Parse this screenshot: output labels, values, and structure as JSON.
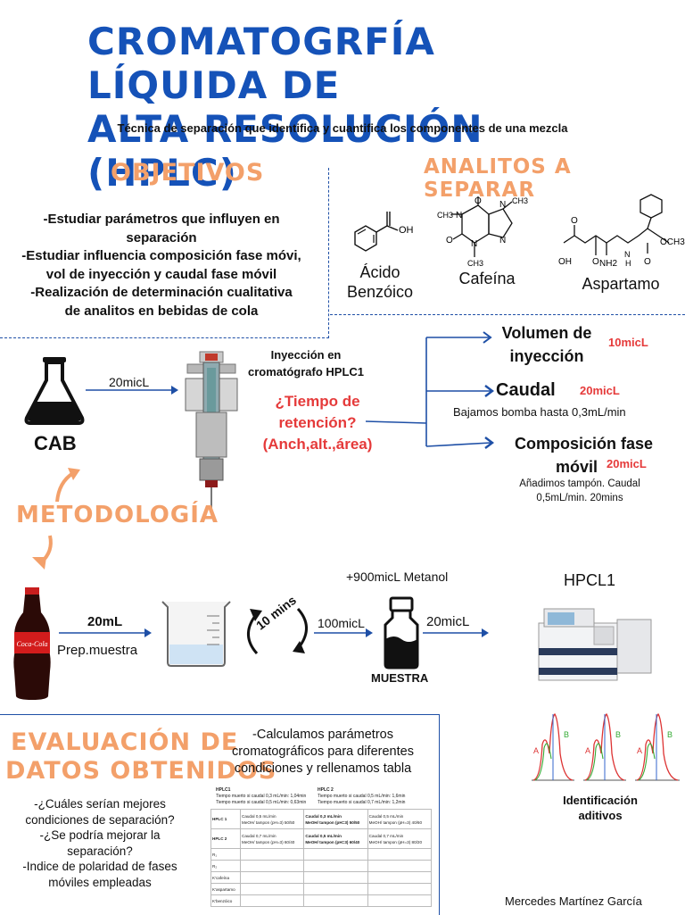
{
  "title": {
    "line1": "CROMATOGRFÍA LÍQUIDA DE",
    "line2": "ALTA RESOLUCIÓN (HPLC)"
  },
  "subtitle": "Técnica de separación que identifica y cuantifica los componentes de una mezcla",
  "objetivos": {
    "heading": "OBJETIVOS",
    "lines": [
      "-Estudiar parámetros que influyen en",
      "separación",
      "-Estudiar influencia composición fase móvi,",
      "vol de inyección y caudal fase móvil",
      "-Realización de determinación cualitativa",
      "de analitos en bebidas de cola"
    ]
  },
  "analitos": {
    "heading": "ANALITOS A SEPARAR",
    "items": [
      {
        "name_line1": "Ácido",
        "name_line2": "Benzóico",
        "oh": "OH"
      },
      {
        "name": "Cafeína",
        "atoms": [
          "N",
          "N",
          "N",
          "N",
          "O",
          "O"
        ],
        "methyl": "CH3",
        "methyl_sub": "3"
      },
      {
        "name": "Aspartamo",
        "labels": [
          "OH",
          "NH2",
          "N",
          "H",
          "OCH3",
          "O",
          "O",
          "O"
        ]
      }
    ]
  },
  "metodo_top": {
    "cab": "CAB",
    "arrow_label": "20micL",
    "inyeccion_line1": "Inyección en",
    "inyeccion_line2": "cromatógrafo HPLC1",
    "pregunta_line1": "¿Tiempo de",
    "pregunta_line2": "retención?",
    "pregunta_line3": "(Anch,alt.,área)",
    "params": [
      {
        "title_line1": "Volumen de",
        "title_line2": "inyección",
        "value": "10micL"
      },
      {
        "title_line1": "Caudal",
        "value": "20micL",
        "note_line1": "Bajamos bomba hasta 0,3mL/min"
      },
      {
        "title_line1": "Composición fase",
        "title_line2": "móvil",
        "value": "20micL",
        "note_line1": "Añadimos tampón. Caudal",
        "note_line2": "0,5mL/min. 20mins"
      }
    ]
  },
  "metodologia": {
    "heading": "METODOLOGÍA",
    "step1_label": "20mL",
    "step1_sub": "Prep.muestra",
    "mins": "10 mins",
    "metanol": "+900micL Metanol",
    "step2_label": "100micL",
    "muestra": "MUESTRA",
    "step3_label": "20micL",
    "hpcl": "HPCL1",
    "coke_logo": "Coca-Cola"
  },
  "evaluacion": {
    "heading_line1": "EVALUACIÓN DE",
    "heading_line2": "DATOS OBTENIDOS",
    "questions": [
      "-¿Cuáles serían mejores",
      "condiciones de separación?",
      "-¿Se podría mejorar la",
      "separación?",
      "-Indice de polaridad de fases",
      "móviles empleadas"
    ],
    "calc_line1": "-Calculamos parámetros",
    "calc_line2": "cromatográficos para diferentes",
    "calc_line3": "condiciones y rellenamos tabla",
    "table": {
      "hplc1_title": "HPLC1",
      "hplc1_note1": "Tiempo muerto si caudal 0,3 mL/min: 1,04min",
      "hplc1_note2": "Tiempo muerto si caudal 0,5 mL/min: 0,63min",
      "hplc2_title": "HPLC 2",
      "hplc2_note1": "Tiempo muerto si caudal 0,5 mL/min: 1,6min",
      "hplc2_note2": "Tiempo muerto si caudal 0,7 mL/min: 1,2min",
      "rows": [
        {
          "label": "HPLC 1",
          "c1a": "Caudal 0,5 mL/min",
          "c1b": "MeOH/ tampon (pH=3) 50/50",
          "c2a": "Caudal 0,3 mL/min",
          "c2b": "MeOH/ tampon (pH=3) 50/50",
          "c3a": "Caudal 0,5 mL/min",
          "c3b": "MeOH/ tampon (pH=3) 40/60"
        },
        {
          "label": "HPLC 2",
          "c1a": "Caudal 0,7 mL/min",
          "c1b": "MeOH/ tampon (pH=3) 60/40",
          "c2a": "Caudal 0,5 mL/min",
          "c2b": "MeOH/ tampon (pH=3) 60/40",
          "c3a": "Caudal 0,7 mL/min",
          "c3b": "MeOH/ tampon (pH=3) 80/20"
        }
      ],
      "param_rows": [
        "R₁",
        "R₂",
        "K'cafeína",
        "K'aspartamo",
        "K'benzóico"
      ]
    },
    "identificacion_line1": "Identificación",
    "identificacion_line2": "aditivos",
    "peak_labels": [
      "A",
      "B",
      "A",
      "B",
      "A",
      "B"
    ]
  },
  "author": "Mercedes Martínez García",
  "colors": {
    "title_blue": "#1552b8",
    "heading_orange": "#f3a06a",
    "arrow_blue": "#1e4fa6",
    "red_value": "#e53a3a",
    "arrow_orange": "#f3a06a"
  }
}
